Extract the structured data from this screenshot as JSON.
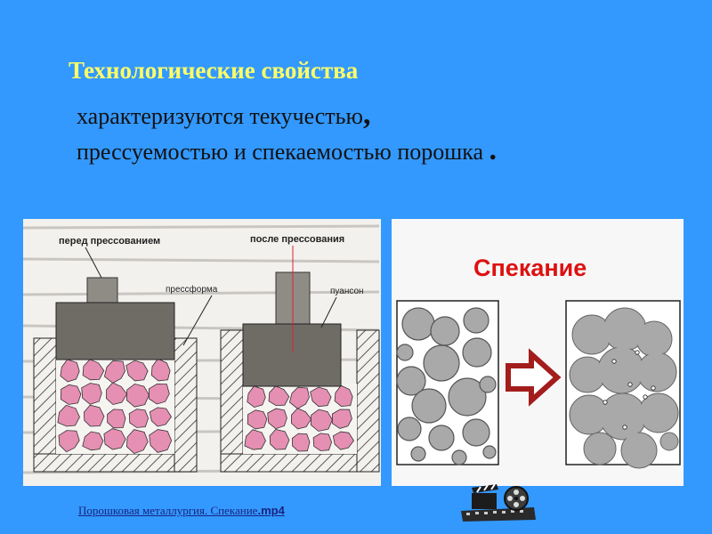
{
  "slide": {
    "title": "Технологические свойства",
    "line1_text": "характеризуются текучестью",
    "line1_punct": ",",
    "line2_text": "прессуемостью и спекаемостью порошка",
    "line2_punct": "."
  },
  "press_diagram": {
    "label_before": "перед прессованием",
    "label_after": "после прессования",
    "label_die": "прессформа",
    "label_punch": "пуансон"
  },
  "sinter_diagram": {
    "title": "Спекание",
    "arrow_color": "#a31d1d"
  },
  "footer": {
    "link_text": "Порошковая металлургия. Спекание",
    "link_ext": ".mp4"
  },
  "colors": {
    "background": "#3399ff",
    "title": "#ffff66",
    "powder": "#e58fb3",
    "particle": "#a9a9a9"
  }
}
